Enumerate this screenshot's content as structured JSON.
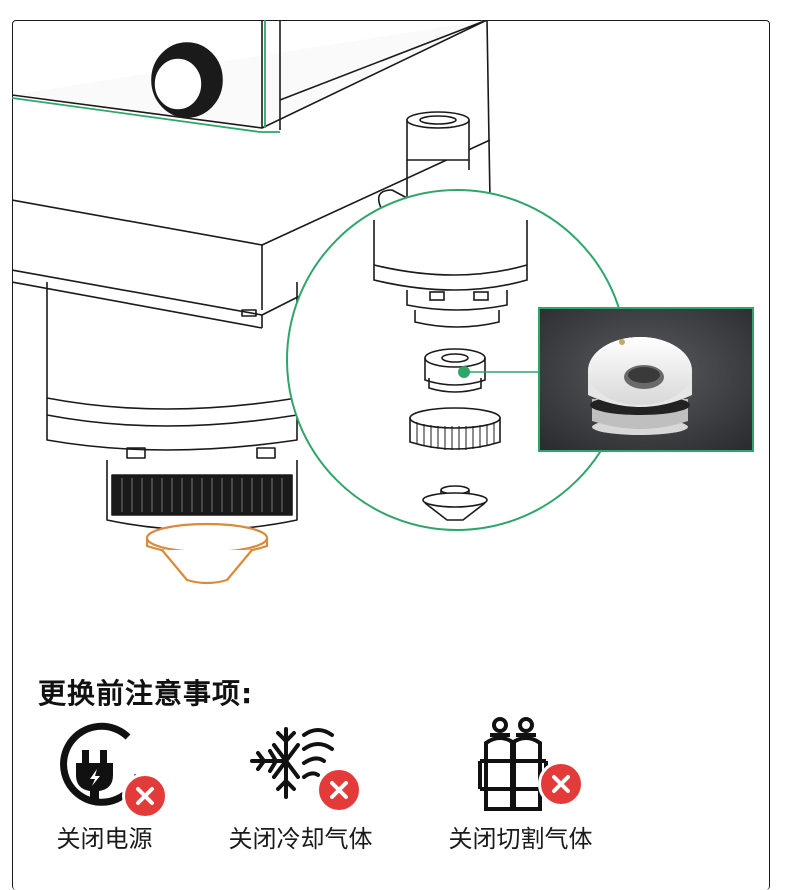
{
  "notice": {
    "title": "更换前注意事项:"
  },
  "precautions": [
    {
      "label": "关闭电源",
      "icon": "power-plug-icon"
    },
    {
      "label": "关闭冷却气体",
      "icon": "cooling-gas-icon"
    },
    {
      "label": "关闭切割气体",
      "icon": "gas-cylinder-icon"
    }
  ],
  "colors": {
    "accent": "#2fa56a",
    "warning": "#e33a3a",
    "nozzle": "#d98a3a",
    "line": "#1a1a1a"
  }
}
